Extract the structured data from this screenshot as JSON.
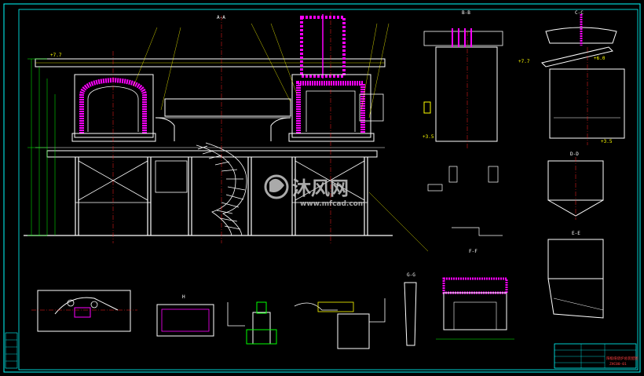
{
  "sections": {
    "a_a": "A-A",
    "b_b": "B-B",
    "c_c": "C-C",
    "d_d": "D-D",
    "e_e": "E-E",
    "f_f": "F-F",
    "g_g": "G-G",
    "h": "H"
  },
  "elevations": {
    "left_top": "+7.7",
    "c_top": "+7.7",
    "c_right": "+6.0",
    "a_mid": "+3.5",
    "b_mid": "+3.5"
  },
  "watermark": {
    "brand": "沐风网",
    "url": "www.mfcad.com"
  },
  "title_block": {
    "drawing_title": "阳极焙烧炉总装配图",
    "drawing_no": "ZHC00-01"
  },
  "colors": {
    "frame": "#00ffff",
    "structure": "#ffffff",
    "refractory": "#ff00ff",
    "dimension": "#00ff00",
    "axis": "#ff2020",
    "leader": "#ffff00"
  }
}
